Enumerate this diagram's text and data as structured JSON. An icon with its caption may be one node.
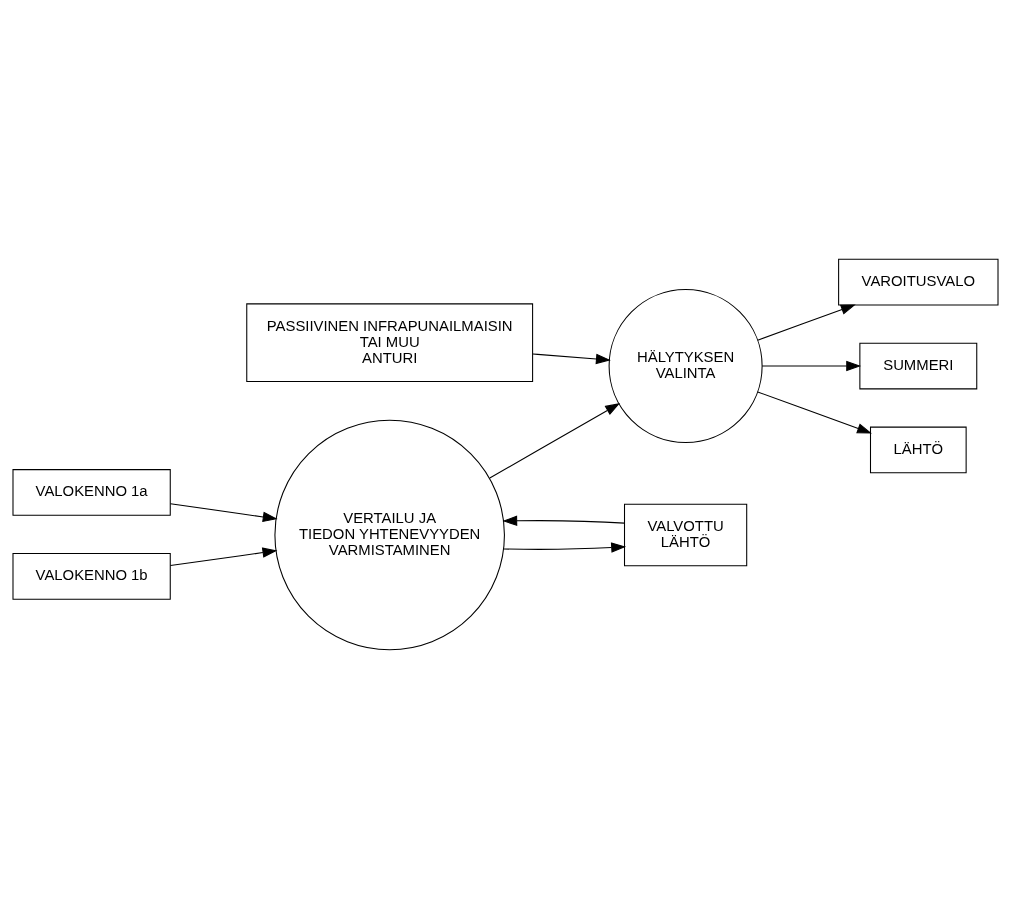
{
  "diagram": {
    "nodes": [
      {
        "text": [
          "PASSIIVINEN INFRAPUNAILMAISIN TAI MUU ANTURI"
        ]
      },
      {
        "text": [
          "VAROITUSVALO"
        ]
      },
      {
        "text": [
          "SUMMERI"
        ]
      },
      {
        "text": [
          "VALOKENNO 1a"
        ]
      },
      {
        "text": [
          "VALOKENNO 1b"
        ]
      },
      {
        "text": [
          "VERTAILU JA TIEDON YHTENEVYYDEN VARMISTAMINEN"
        ]
      },
      {
        "text": [
          "HÄLYTYKSEN VALINTA"
        ]
      },
      {
        "text": [
          "VALVOTTU LÄHTÖ"
        ]
      },
      {
        "text": [
          "LÄHTÖ"
        ]
      }
    ],
    "edges": [
      {
        "from": 0,
        "to": 6,
        "arrow": "to"
      },
      {
        "from": 3,
        "to": 5,
        "arrow": "to"
      },
      {
        "from": 4,
        "to": 5,
        "arrow": "to"
      },
      {
        "from": 7,
        "to": 5,
        "arrow": "to"
      },
      {
        "from": 5,
        "to": 7,
        "arrow": "to"
      },
      {
        "from": 5,
        "to": 6,
        "arrow": "to"
      },
      {
        "from": 6,
        "to": 1,
        "arrow": "to"
      },
      {
        "from": 6,
        "to": 2,
        "arrow": "to"
      },
      {
        "from": 6,
        "to": 8,
        "arrow": "to"
      }
    ]
  }
}
